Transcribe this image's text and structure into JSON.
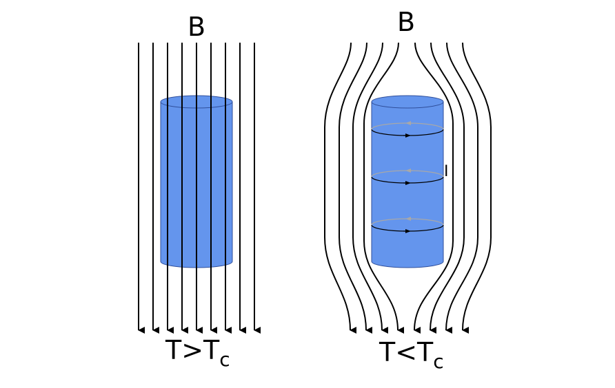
{
  "panels": [
    {
      "field_label": "B",
      "condition": {
        "main": "T>T",
        "sub": "c"
      }
    },
    {
      "field_label": "B",
      "condition": {
        "main": "T<T",
        "sub": "c"
      },
      "current_label": "I"
    }
  ],
  "colors": {
    "cylinder_fill": "#6495ED",
    "cylinder_stroke": "#2F4E9A",
    "field_lines": "#000000",
    "back_current_loops": "#A8A8A8",
    "front_current_loops": "#000000"
  }
}
